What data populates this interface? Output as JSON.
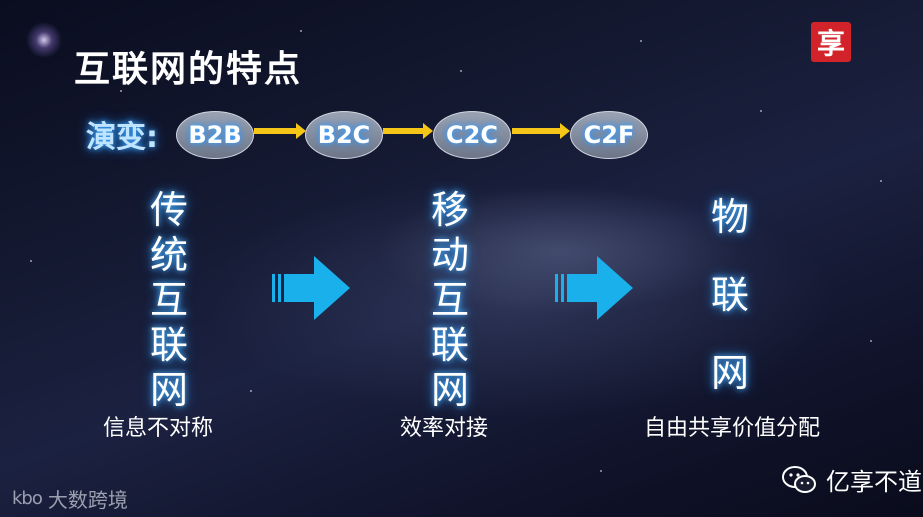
{
  "title": "互联网的特点",
  "logo_char": "享",
  "evolution": {
    "label": "演变:",
    "stages": [
      "B2B",
      "B2C",
      "C2C",
      "C2F"
    ]
  },
  "columns": [
    {
      "chars": [
        "传",
        "统",
        "互",
        "联",
        "网"
      ],
      "caption": "信息不对称"
    },
    {
      "chars": [
        "移",
        "动",
        "互",
        "联",
        "网"
      ],
      "caption": "效率对接"
    },
    {
      "chars": [
        "物",
        "联",
        "网"
      ],
      "caption": "自由共享价值分配"
    }
  ],
  "watermark": {
    "text": "亿享不道"
  },
  "corner_brand": {
    "mark": "kbo",
    "text": "大数跨境"
  },
  "colors": {
    "arrow_yellow": "#f5c518",
    "arrow_blue": "#1ab0ec",
    "glow": "#4fb4ff",
    "logo_red": "#d2232a"
  }
}
